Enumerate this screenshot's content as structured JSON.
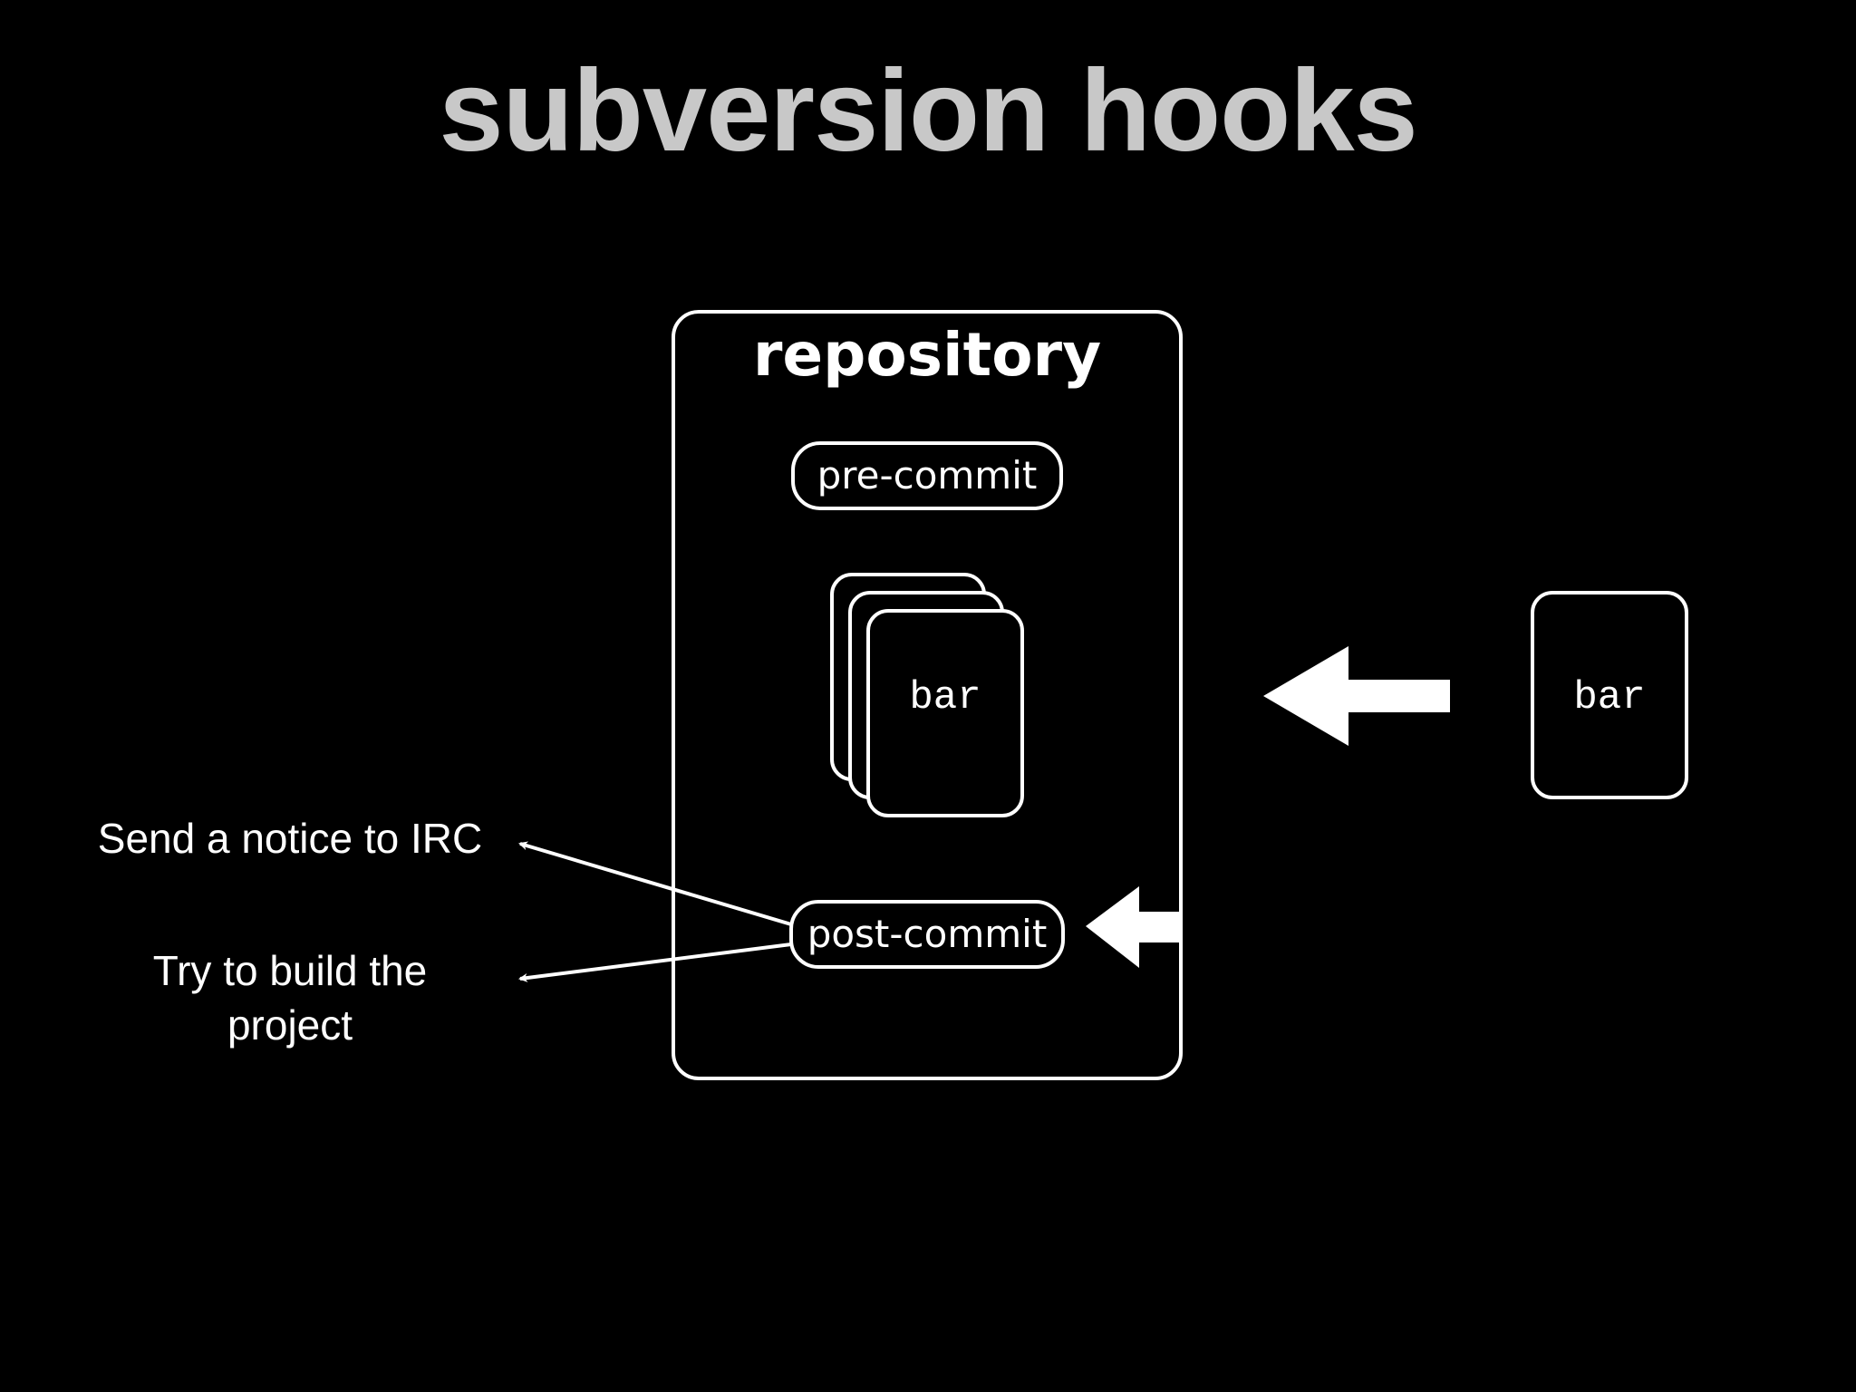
{
  "slide": {
    "title": "subversion hooks"
  },
  "repository": {
    "label": "repository",
    "pre_hook": "pre-commit",
    "post_hook": "post-commit",
    "file_name": "bar"
  },
  "working_copy": {
    "file_name": "bar"
  },
  "actions": {
    "irc": "Send a notice to IRC",
    "build": "Try to build the project"
  },
  "colors": {
    "background": "#000000",
    "title": "#c8c8c8",
    "foreground": "#ffffff"
  }
}
